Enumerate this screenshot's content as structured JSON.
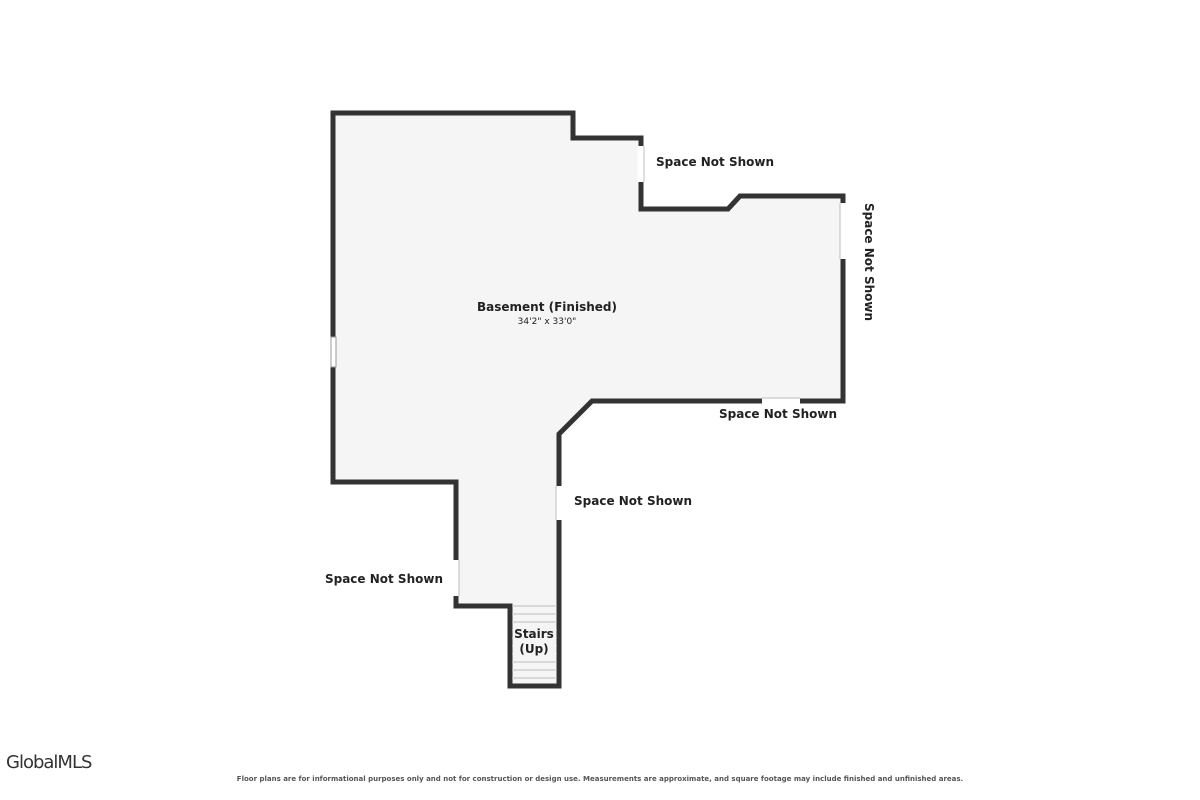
{
  "room": {
    "name": "Basement (Finished)",
    "dimensions": "34'2\" x 33'0\""
  },
  "stairs": {
    "line1": "Stairs",
    "line2": "(Up)"
  },
  "space_labels": [
    "Space Not Shown",
    "Space Not Shown",
    "Space Not Shown",
    "Space Not Shown",
    "Space Not Shown"
  ],
  "logo": "GlobalMLS",
  "disclaimer": "Floor plans are for informational purposes only and not for construction or design use. Measurements are approximate, and square footage may include finished and unfinished areas.",
  "colors": {
    "wall": "#333333",
    "floor": "#f5f5f5"
  }
}
